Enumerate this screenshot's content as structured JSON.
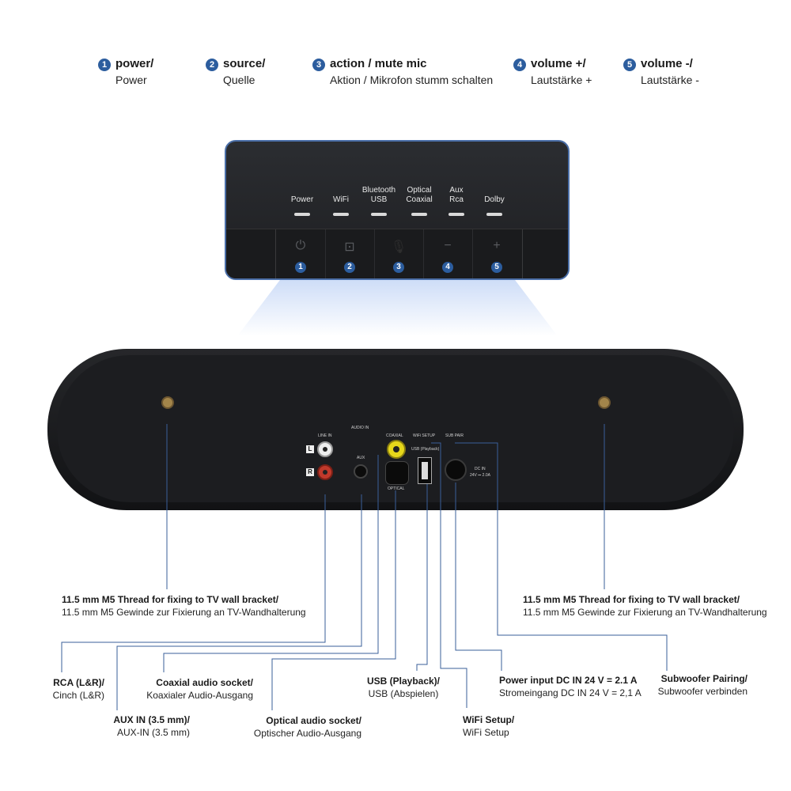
{
  "legend": [
    {
      "num": "1",
      "title": "power/",
      "sub": "Power"
    },
    {
      "num": "2",
      "title": "source/",
      "sub": "Quelle"
    },
    {
      "num": "3",
      "title": "action / mute mic",
      "sub": "Aktion / Mikrofon stumm schalten"
    },
    {
      "num": "4",
      "title": "volume +/",
      "sub": "Lautstärke +"
    },
    {
      "num": "5",
      "title": "volume -/",
      "sub": "Lautstärke -"
    }
  ],
  "panel": {
    "indicators": [
      {
        "l1": "",
        "l2": "Power"
      },
      {
        "l1": "",
        "l2": "WiFi"
      },
      {
        "l1": "Bluetooth",
        "l2": "USB"
      },
      {
        "l1": "Optical",
        "l2": "Coaxial"
      },
      {
        "l1": "Aux",
        "l2": "Rca"
      },
      {
        "l1": "",
        "l2": "Dolby"
      }
    ],
    "buttons": [
      {
        "num": "1",
        "icon": "power-icon",
        "glyph": "⏻"
      },
      {
        "num": "2",
        "icon": "source-icon",
        "glyph": "⊡"
      },
      {
        "num": "3",
        "icon": "microphone-icon",
        "glyph": "🎙"
      },
      {
        "num": "4",
        "icon": "minus-icon",
        "glyph": "−"
      },
      {
        "num": "5",
        "icon": "plus-icon",
        "glyph": "+"
      }
    ]
  },
  "soundbar": {
    "audio_in": "AUDIO IN",
    "line_in": "LINE IN",
    "coaxial": "COAXIAL",
    "wifi_setup": "WiFi SETUP",
    "sub_pair": "SUB PAIR",
    "usb_playback": "USB (Playback)",
    "aux": "AUX",
    "optical": "OPTICAL",
    "dc_in": "DC IN",
    "dc_rating": "24V ⎓ 2.0A",
    "l": "L",
    "r": "R"
  },
  "labels": {
    "thread_left": {
      "t": "11.5 mm M5 Thread for fixing to TV wall bracket/",
      "s": "11.5 mm M5 Gewinde zur Fixierung an TV-Wandhalterung"
    },
    "thread_right": {
      "t": "11.5 mm M5 Thread for fixing to TV wall bracket/",
      "s": "11.5 mm M5 Gewinde zur Fixierung an TV-Wandhalterung"
    },
    "rca": {
      "t": "RCA (L&R)/",
      "s": "Cinch (L&R)"
    },
    "aux_in": {
      "t": "AUX IN (3.5 mm)/",
      "s": "AUX-IN (3.5 mm)"
    },
    "coaxial": {
      "t": "Coaxial audio socket/",
      "s": "Koaxialer Audio-Ausgang"
    },
    "optical": {
      "t": "Optical audio socket/",
      "s": "Optischer Audio-Ausgang"
    },
    "usb": {
      "t": "USB (Playback)/",
      "s": "USB (Abspielen)"
    },
    "wifi": {
      "t": "WiFi Setup/",
      "s": "WiFi Setup"
    },
    "power": {
      "t": "Power input DC IN 24 V = 2.1 A",
      "s": "Stromeingang DC IN 24 V = 2,1 A"
    },
    "subwoofer": {
      "t": "Subwoofer Pairing/",
      "s": "Subwoofer verbinden"
    }
  }
}
